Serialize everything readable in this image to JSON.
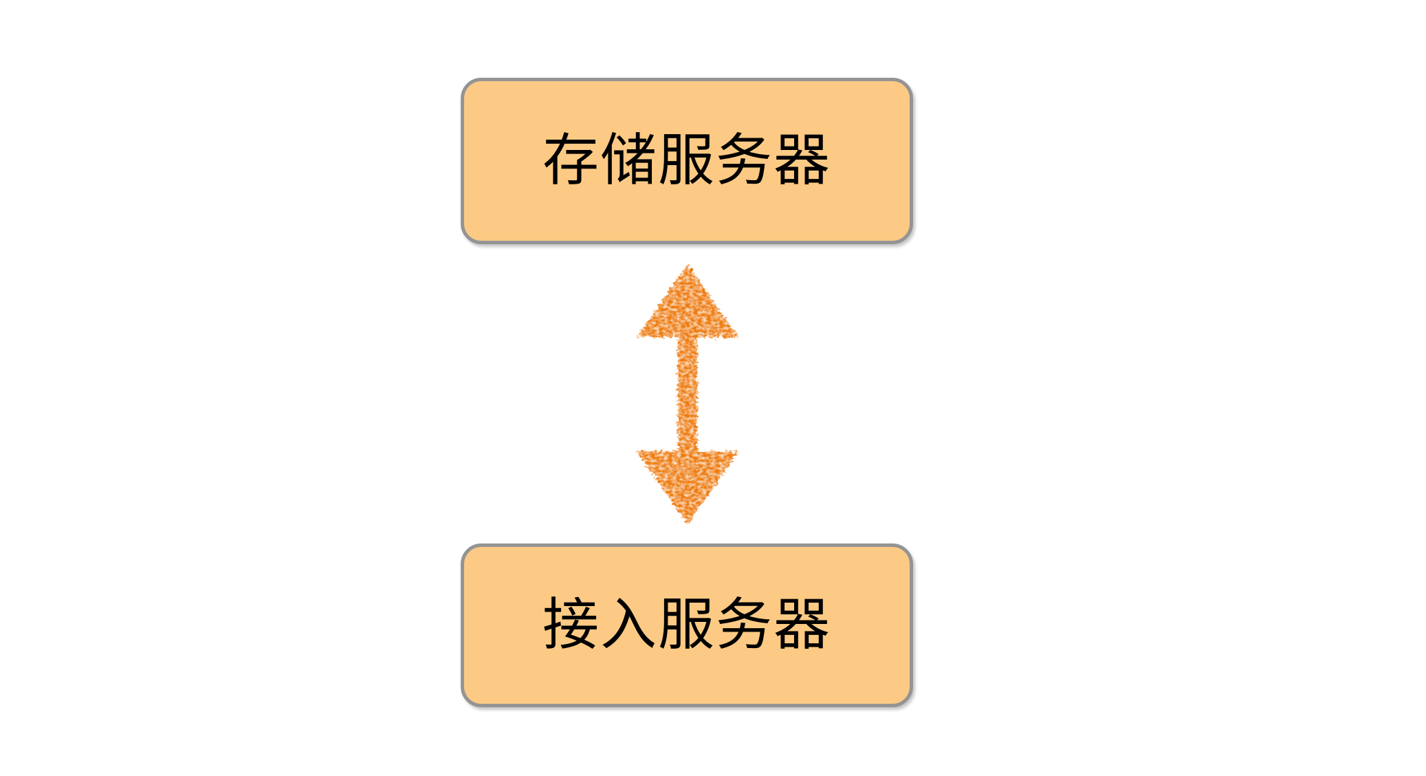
{
  "diagram": {
    "title": "",
    "background_color": "#ffffff",
    "nodes": [
      {
        "id": "storage-server",
        "label": "存储服务器",
        "shape": "rounded-rectangle",
        "fill_color": "#fcca84",
        "border_color": "#949494",
        "text_color": "#000000"
      },
      {
        "id": "access-server",
        "label": "接入服务器",
        "shape": "rounded-rectangle",
        "fill_color": "#fcca84",
        "border_color": "#949494",
        "text_color": "#000000"
      }
    ],
    "connector": {
      "id": "storage-access-link",
      "icon": "double-headed-vertical-arrow-icon",
      "style": "sketchy",
      "color": "#ee7a0c",
      "from": "storage-server",
      "to": "access-server",
      "label": ""
    }
  }
}
